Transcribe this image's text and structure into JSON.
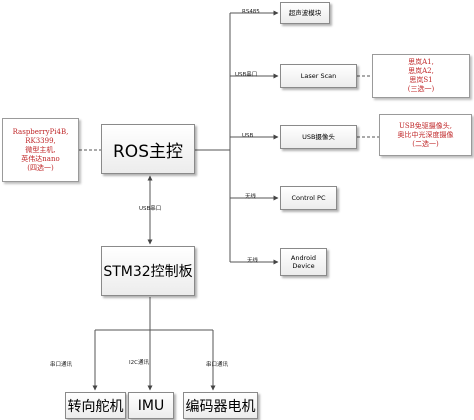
{
  "nodes": {
    "ros": "ROS主控",
    "stm32": "STM32控制板",
    "ultrasonic": "超声波模块",
    "laser": "Laser Scan",
    "usb_camera": "USB摄像头",
    "control_pc": "Control PC",
    "android": "Android\nDevice",
    "servo": "转向舵机",
    "imu": "IMU",
    "encoder_motor": "编码器电机"
  },
  "notes": {
    "host_options": "RaspberryPi4B,\nRK3399,\n微型主机,\n英伟达nano\n(四选一)",
    "lidar_options": "思岚A1,\n思岚A2,\n思岚S1\n(三选一)",
    "camera_options": "USB免驱摄像头,\n奥比中光深度摄像\n(二选一)"
  },
  "edges": {
    "rs485": "RS485",
    "usb_serial_laser": "USB串口",
    "usb": "USB",
    "wireless_pc": "无线",
    "wireless_android": "无线",
    "usb_serial_stm32": "USB串口",
    "serial_comm_servo": "串口通讯",
    "i2c_comm": "I2C通讯",
    "serial_comm_encoder": "串口通讯"
  },
  "colors": {
    "box_border": "#8a8a8a",
    "line": "#555555",
    "note_text": "#c0282a"
  }
}
